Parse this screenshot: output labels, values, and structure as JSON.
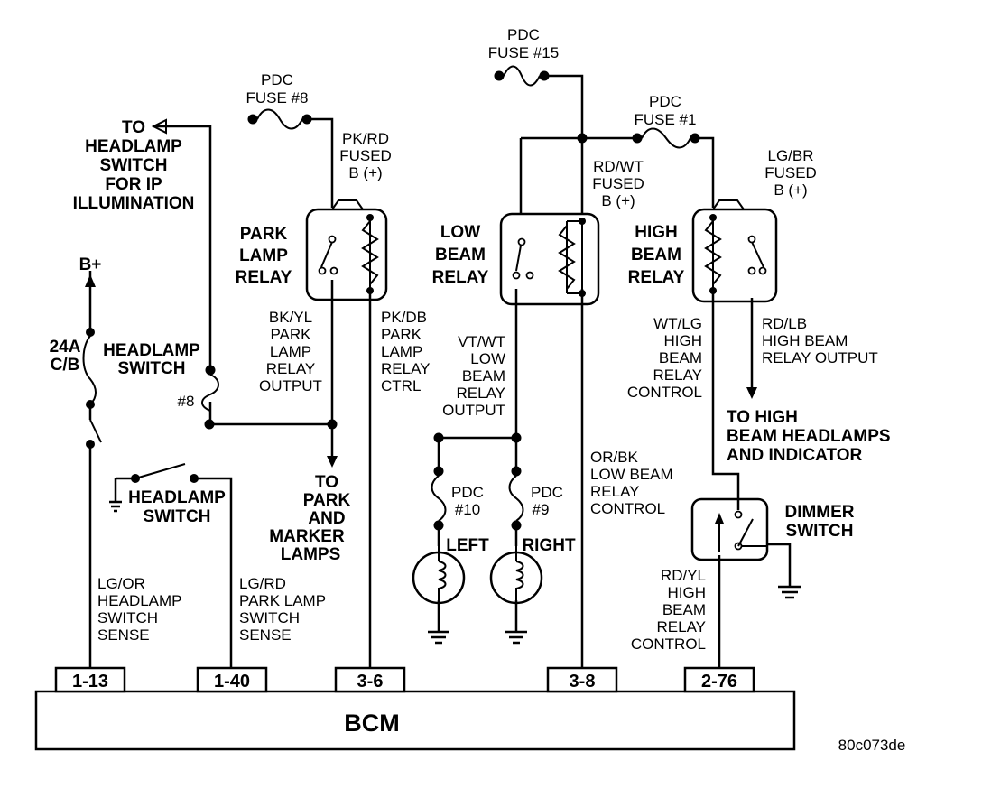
{
  "labels": {
    "pdc_fuse_15_line1": "PDC",
    "pdc_fuse_15_line2": "FUSE #15",
    "pdc_fuse_8_line1": "PDC",
    "pdc_fuse_8_line2": "FUSE #8",
    "pdc_fuse_1_line1": "PDC",
    "pdc_fuse_1_line2": "FUSE #1",
    "to_headlamp_switch": [
      "TO",
      "HEADLAMP",
      "SWITCH",
      "FOR IP",
      "ILLUMINATION"
    ],
    "pk_rd": [
      "PK/RD",
      "FUSED",
      "B (+)"
    ],
    "rd_wt": [
      "RD/WT",
      "FUSED",
      "B (+)"
    ],
    "lg_br": [
      "LG/BR",
      "FUSED",
      "B (+)"
    ],
    "park_lamp_relay": [
      "PARK",
      "LAMP",
      "RELAY"
    ],
    "low_beam_relay": [
      "LOW",
      "BEAM",
      "RELAY"
    ],
    "high_beam_relay": [
      "HIGH",
      "BEAM",
      "RELAY"
    ],
    "b_plus": "B+",
    "cb_24a": [
      "24A",
      "C/B"
    ],
    "headlamp_switch_upper": [
      "HEADLAMP",
      "SWITCH"
    ],
    "num_8": "#8",
    "bk_yl": [
      "BK/YL",
      "PARK",
      "LAMP",
      "RELAY",
      "OUTPUT"
    ],
    "pk_db": [
      "PK/DB",
      "PARK",
      "LAMP",
      "RELAY",
      "CTRL"
    ],
    "vt_wt": [
      "VT/WT",
      "LOW",
      "BEAM",
      "RELAY",
      "OUTPUT"
    ],
    "wt_lg": [
      "WT/LG",
      "HIGH",
      "BEAM",
      "RELAY",
      "CONTROL"
    ],
    "rd_lb": [
      "RD/LB",
      "HIGH BEAM",
      "RELAY OUTPUT"
    ],
    "to_high_beam": [
      "TO HIGH",
      "BEAM HEADLAMPS",
      "AND INDICATOR"
    ],
    "headlamp_switch_lower": [
      "HEADLAMP",
      "SWITCH"
    ],
    "to_park_marker": [
      "TO",
      "PARK",
      "AND",
      "MARKER",
      "LAMPS"
    ],
    "pdc_10": [
      "PDC",
      "#10"
    ],
    "pdc_9": [
      "PDC",
      "#9"
    ],
    "left": "LEFT",
    "right": "RIGHT",
    "or_bk": [
      "OR/BK",
      "LOW BEAM",
      "RELAY",
      "CONTROL"
    ],
    "dimmer_switch": [
      "DIMMER",
      "SWITCH"
    ],
    "rd_yl": [
      "RD/YL",
      "HIGH",
      "BEAM",
      "RELAY",
      "CONTROL"
    ],
    "lg_or": [
      "LG/OR",
      "HEADLAMP",
      "SWITCH",
      "SENSE"
    ],
    "lg_rd": [
      "LG/RD",
      "PARK LAMP",
      "SWITCH",
      "SENSE"
    ],
    "pins": [
      "1-13",
      "1-40",
      "3-6",
      "3-8",
      "2-76"
    ],
    "bcm": "BCM",
    "figure_id": "80c073de"
  }
}
